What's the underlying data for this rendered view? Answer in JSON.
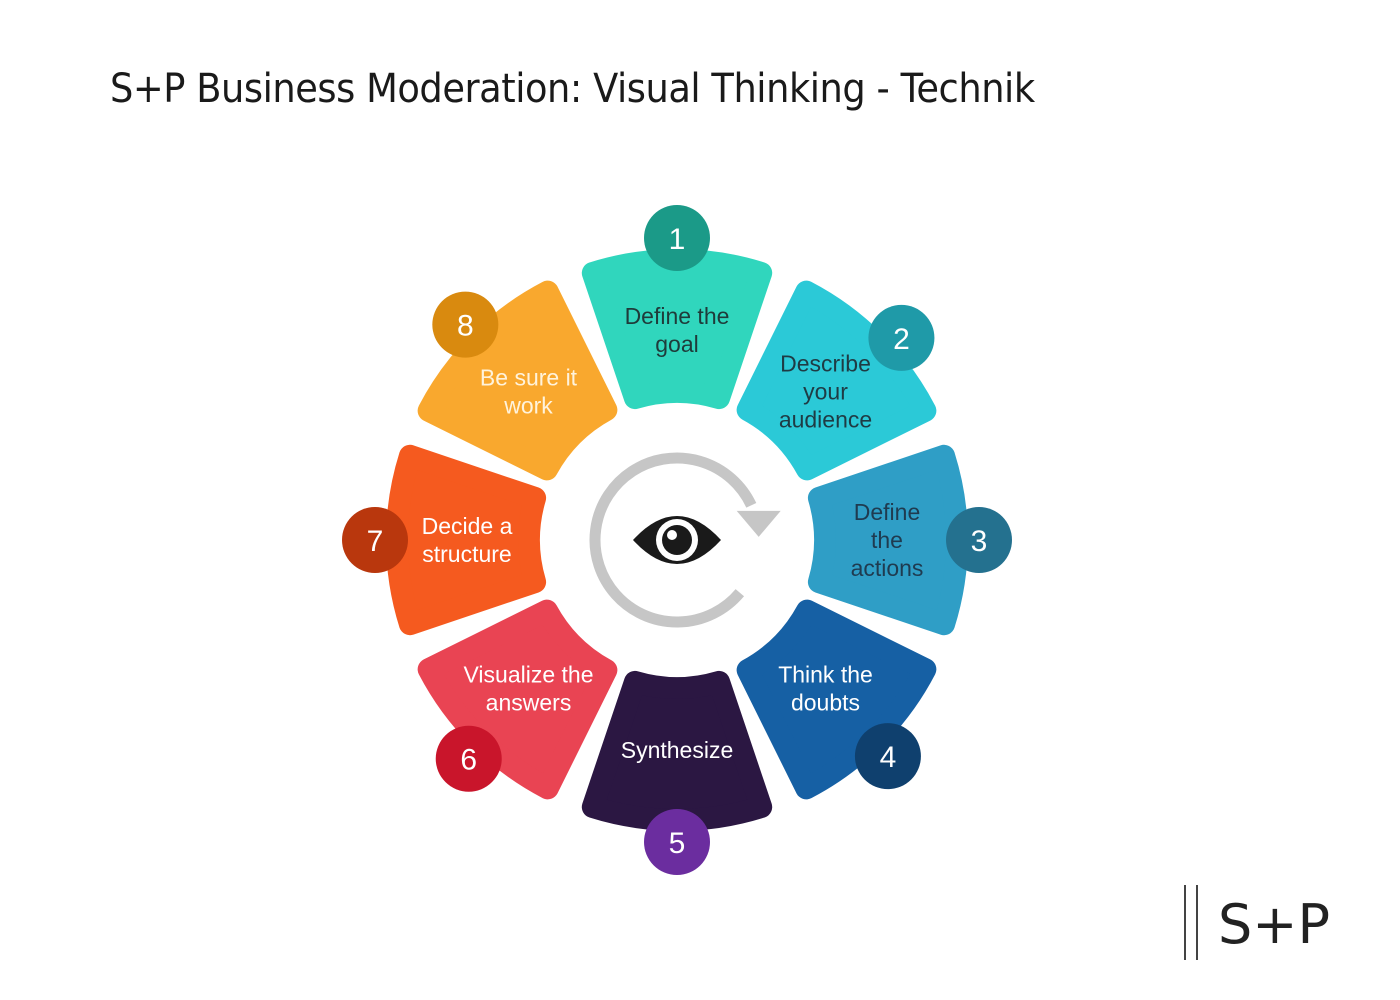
{
  "title": "S+P Business Moderation: Visual Thinking - Technik",
  "center_icon": "eye-icon",
  "cycle_icon": "circular-arrow-icon",
  "steps": [
    {
      "number": "1",
      "lines": [
        "Define the",
        "goal"
      ],
      "color": "#30d6bd",
      "badge_color": "#1b9a88",
      "text_color": "#1f3b3a"
    },
    {
      "number": "2",
      "lines": [
        "Describe",
        "your",
        "audience"
      ],
      "color": "#2bc9d7",
      "badge_color": "#1f9aa8",
      "text_color": "#1f3b44"
    },
    {
      "number": "3",
      "lines": [
        "Define",
        "the",
        "actions"
      ],
      "color": "#2f9ec6",
      "badge_color": "#24718f",
      "text_color": "#1f3b50"
    },
    {
      "number": "4",
      "lines": [
        "Think the",
        "doubts"
      ],
      "color": "#1660a4",
      "badge_color": "#0f406e",
      "text_color": "#ffffff"
    },
    {
      "number": "5",
      "lines": [
        "Synthesize"
      ],
      "color": "#2b1742",
      "badge_color": "#6b2d9f",
      "text_color": "#ffffff"
    },
    {
      "number": "6",
      "lines": [
        "Visualize the",
        "answers"
      ],
      "color": "#e94453",
      "badge_color": "#c9152b",
      "text_color": "#ffffff"
    },
    {
      "number": "7",
      "lines": [
        "Decide a",
        "structure"
      ],
      "color": "#f55a1f",
      "badge_color": "#b9370d",
      "text_color": "#ffffff"
    },
    {
      "number": "8",
      "lines": [
        "Be sure it",
        "work"
      ],
      "color": "#f9a82e",
      "badge_color": "#d98a0f",
      "text_color": "#fff3dc"
    }
  ],
  "logo": "S+P"
}
